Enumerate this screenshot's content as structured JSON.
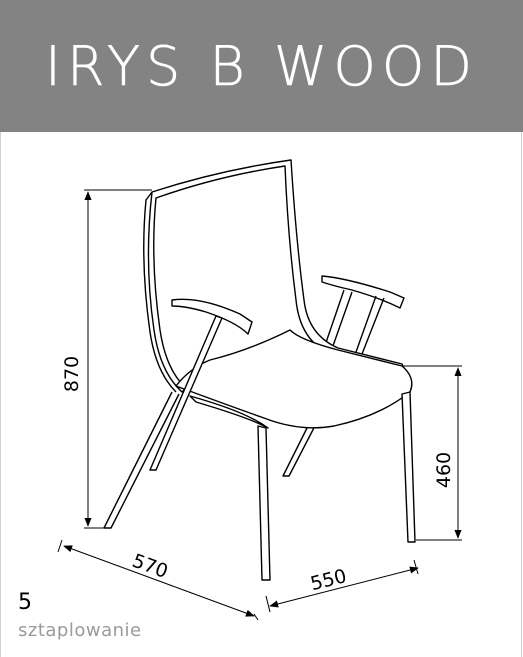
{
  "header": {
    "title": "IRYS B WOOD"
  },
  "dimensions": {
    "height": "870",
    "seat_height": "460",
    "width": "570",
    "depth": "550"
  },
  "stacking": {
    "count": "5",
    "label": "sztaplowanie"
  },
  "colors": {
    "header_background": "#838383",
    "title": "#ffffff",
    "lines": "#000000",
    "stacking_label": "#9a9a9a"
  }
}
